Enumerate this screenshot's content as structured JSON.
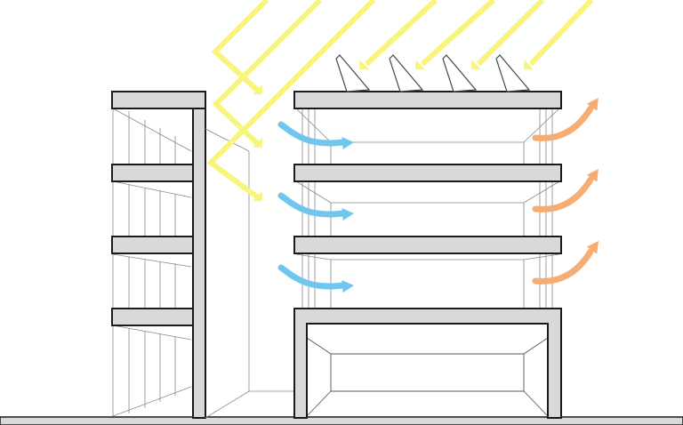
{
  "colors": {
    "background": "#ffffff",
    "structure_fill": "#d9d9d9",
    "structure_stroke": "#1a1a1a",
    "sunlight": "#f7f57a",
    "cool_air": "#6fc7f0",
    "warm_air": "#f6ad74"
  },
  "elements": {
    "left_building": {
      "floor_count": 4,
      "icon": "concrete-frame"
    },
    "right_building": {
      "floor_count": 4,
      "icon": "concrete-frame"
    },
    "solar_panels": {
      "count": 4,
      "icon": "solar-panel-icon"
    },
    "sunlight_rays": {
      "count": 7,
      "icon": "sun-ray-arrow"
    },
    "cool_air_inflow": {
      "count": 3,
      "icon": "cool-air-arrow"
    },
    "warm_air_outflow": {
      "count": 3,
      "icon": "warm-air-arrow"
    }
  }
}
